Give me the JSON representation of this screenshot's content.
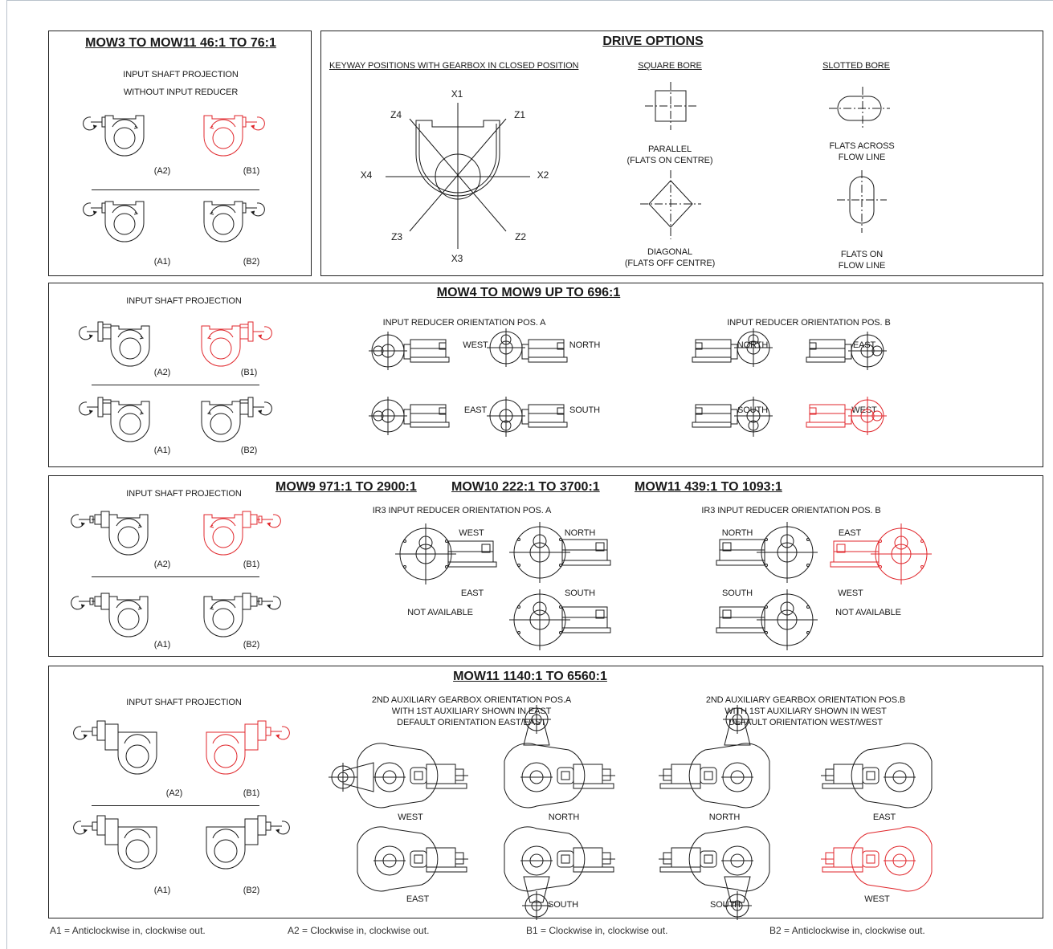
{
  "section1": {
    "title": "MOW3 TO MOW11 46:1 TO 76:1",
    "subtitle_line1": "INPUT SHAFT PROJECTION",
    "subtitle_line2": "WITHOUT INPUT REDUCER",
    "labels": [
      "(A2)",
      "(B1)",
      "(A1)",
      "(B2)"
    ]
  },
  "drive_options": {
    "title": "DRIVE OPTIONS",
    "keyway_heading": "KEYWAY POSITIONS WITH GEARBOX IN CLOSED POSITION",
    "square_heading": "SQUARE BORE",
    "slotted_heading": "SLOTTED BORE",
    "axes": {
      "x1": "X1",
      "x2": "X2",
      "x3": "X3",
      "x4": "X4",
      "z1": "Z1",
      "z2": "Z2",
      "z3": "Z3",
      "z4": "Z4"
    },
    "square_parallel": [
      "PARALLEL",
      "(FLATS ON CENTRE)"
    ],
    "square_diagonal": [
      "DIAGONAL",
      "(FLATS OFF CENTRE)"
    ],
    "slotted_across": [
      "FLATS ACROSS",
      "FLOW LINE"
    ],
    "slotted_on": [
      "FLATS ON",
      "FLOW LINE"
    ]
  },
  "section2": {
    "title": "MOW4 TO MOW9 UP TO 696:1",
    "input_projection": "INPUT SHAFT PROJECTION",
    "pos_a": "INPUT REDUCER ORIENTATION POS. A",
    "pos_b": "INPUT REDUCER ORIENTATION POS. B",
    "labels": [
      "(A2)",
      "(B1)",
      "(A1)",
      "(B2)"
    ],
    "a_dirs": [
      "WEST",
      "NORTH",
      "EAST",
      "SOUTH"
    ],
    "b_dirs": [
      "NORTH",
      "EAST",
      "SOUTH",
      "WEST"
    ]
  },
  "section3": {
    "title_1": "MOW9 971:1 TO 2900:1",
    "title_2": "MOW10 222:1 TO 3700:1",
    "title_3": "MOW11 439:1 TO 1093:1",
    "input_projection": "INPUT SHAFT PROJECTION",
    "pos_a": "IR3 INPUT REDUCER ORIENTATION POS. A",
    "pos_b": "IR3 INPUT REDUCER ORIENTATION POS. B",
    "labels": [
      "(A2)",
      "(B1)",
      "(A1)",
      "(B2)"
    ],
    "a_dirs": [
      "WEST",
      "NORTH",
      "EAST",
      "SOUTH"
    ],
    "b_dirs": [
      "NORTH",
      "EAST",
      "SOUTH",
      "WEST"
    ],
    "not_available": "NOT AVAILABLE"
  },
  "section4": {
    "title": "MOW11 1140:1 TO 6560:1",
    "input_projection": "INPUT SHAFT PROJECTION",
    "pos_a": [
      "2ND AUXILIARY GEARBOX ORIENTATION POS.A",
      "WITH 1ST AUXILIARY SHOWN IN EAST",
      "DEFAULT ORIENTATION EAST/EAST"
    ],
    "pos_b": [
      "2ND AUXILIARY GEARBOX ORIENTATION POS.B",
      "WITH 1ST AUXILIARY SHOWN IN WEST",
      "DEFAULT ORIENTATION WEST/WEST"
    ],
    "labels": [
      "(A2)",
      "(B1)",
      "(A1)",
      "(B2)"
    ],
    "a_dirs": [
      "WEST",
      "NORTH",
      "EAST",
      "SOUTH"
    ],
    "b_dirs": [
      "NORTH",
      "EAST",
      "SOUTH",
      "WEST"
    ]
  },
  "legend": {
    "a1": "A1 = Anticlockwise in, clockwise out.",
    "a2": "A2 = Clockwise in, clockwise out.",
    "b1": "B1 = Clockwise in, clockwise out.",
    "b2": "B2 =  Anticlockwise in, clockwise out."
  },
  "colors": {
    "line": "#1a1a1a",
    "highlight": "#e0262b"
  },
  "icons": [
    "gearbox-icon",
    "rotation-arrow-icon",
    "keyway-diagram-icon",
    "square-bore-icon",
    "slotted-bore-icon"
  ]
}
